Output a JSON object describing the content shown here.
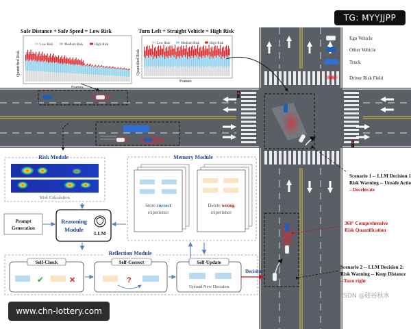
{
  "watermarks": {
    "top": "TG: MYYJJPP",
    "bottom": "www.chn-lottery.com",
    "csdn": "CSDN @硅谷秋水"
  },
  "risk_charts": [
    {
      "title": "Safe Distance + Safe Speed = Low Risk",
      "ylabel": "Quantified Risk",
      "xlabel": "Frames",
      "legend": [
        "Low Risk",
        "Medium Risk",
        "High Risk"
      ]
    },
    {
      "title": "Turn Left + Straight Vehicle = High Risk",
      "ylabel": "Quantified Risk",
      "xlabel": "Frames",
      "legend": [
        "Low Risk",
        "Medium Risk",
        "High Risk"
      ]
    }
  ],
  "legend": {
    "ego": "Ego Vehicle",
    "other": "Other Vehicle",
    "truck": "Truck",
    "risk_field": "Driver Risk Field"
  },
  "modules": {
    "risk_module": "Risk Module",
    "risk_calculation": "Risk Calculation",
    "memory_module": "Memory Module",
    "store_1": "Store ",
    "store_2": "correct",
    "store_3": "experience",
    "delete_1": "Delete ",
    "delete_2": "wrong",
    "delete_3": "experience",
    "prompt_1": "Prompt",
    "prompt_2": "Generation",
    "reasoning_1": "Reasoning",
    "reasoning_2": "Module",
    "llm": "LLM",
    "reflection_module": "Reflection Module",
    "self_check": "Self-Check",
    "self_correct": "Self-Correct",
    "self_update": "Self-Update",
    "upload": "Upload New Decision",
    "decision": "Decision",
    "question": "?"
  },
  "scenarios": {
    "s1_l1": "Scenario 1 -- LLM Decision 1:",
    "s1_l2": "Risk Warning -- Unsafe Action",
    "s1_l3": "--Decelerate",
    "risk360_l1": "360° Comprehensive",
    "risk360_l2": "Risk Quantification",
    "s2_l1": "Scenario 2 -- LLM Decision 2:",
    "s2_l2": "Risk Warning -- Keep Distance",
    "s2_l3": "--Turn right"
  },
  "colors": {
    "road": "#555a60",
    "low_risk": "#d9d9d9",
    "medium_risk": "#8fd0ea",
    "high_risk": "#d9262b",
    "ego": "#1f5fb8",
    "truck": "#2f6fd6",
    "accent_blue": "#1f5fb8",
    "accent_red": "#c0151a"
  }
}
